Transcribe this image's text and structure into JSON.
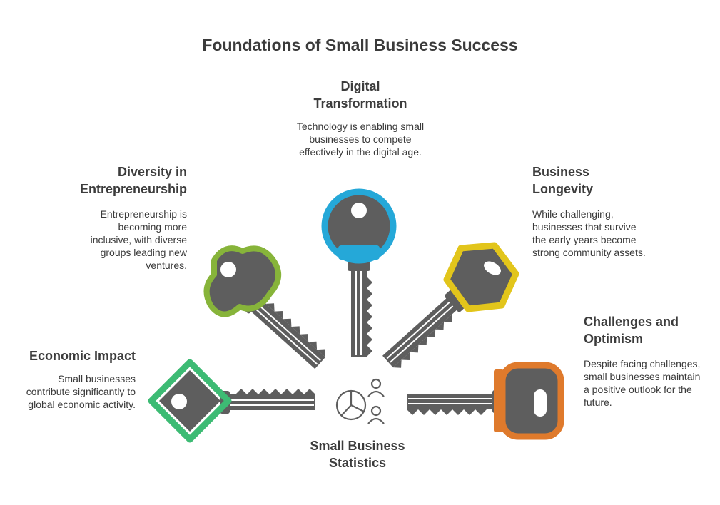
{
  "title": "Foundations of Small Business Success",
  "center": {
    "label": "Small Business Statistics"
  },
  "keys": [
    {
      "id": "economic",
      "heading": "Economic Impact",
      "description": "Small businesses contribute significantly to global economic activity.",
      "color": "#3dbb74"
    },
    {
      "id": "diversity",
      "heading": "Diversity in Entrepreneurship",
      "description": "Entrepreneurship is becoming more inclusive, with diverse groups leading new ventures.",
      "color": "#87b43a"
    },
    {
      "id": "digital",
      "heading": "Digital Transformation",
      "description": "Technology is enabling small businesses to compete effectively in the digital age.",
      "color": "#25a8d8"
    },
    {
      "id": "longevity",
      "heading": "Business Longevity",
      "description": "While challenging, businesses that survive the early years become strong community assets.",
      "color": "#e2c51b"
    },
    {
      "id": "optimism",
      "heading": "Challenges and Optimism",
      "description": "Despite facing challenges, small businesses maintain a positive outlook for the future.",
      "color": "#df7a2c"
    }
  ],
  "key_color": "#5e5e5e",
  "icons": [
    "pie-chart-icon",
    "people-icon"
  ]
}
